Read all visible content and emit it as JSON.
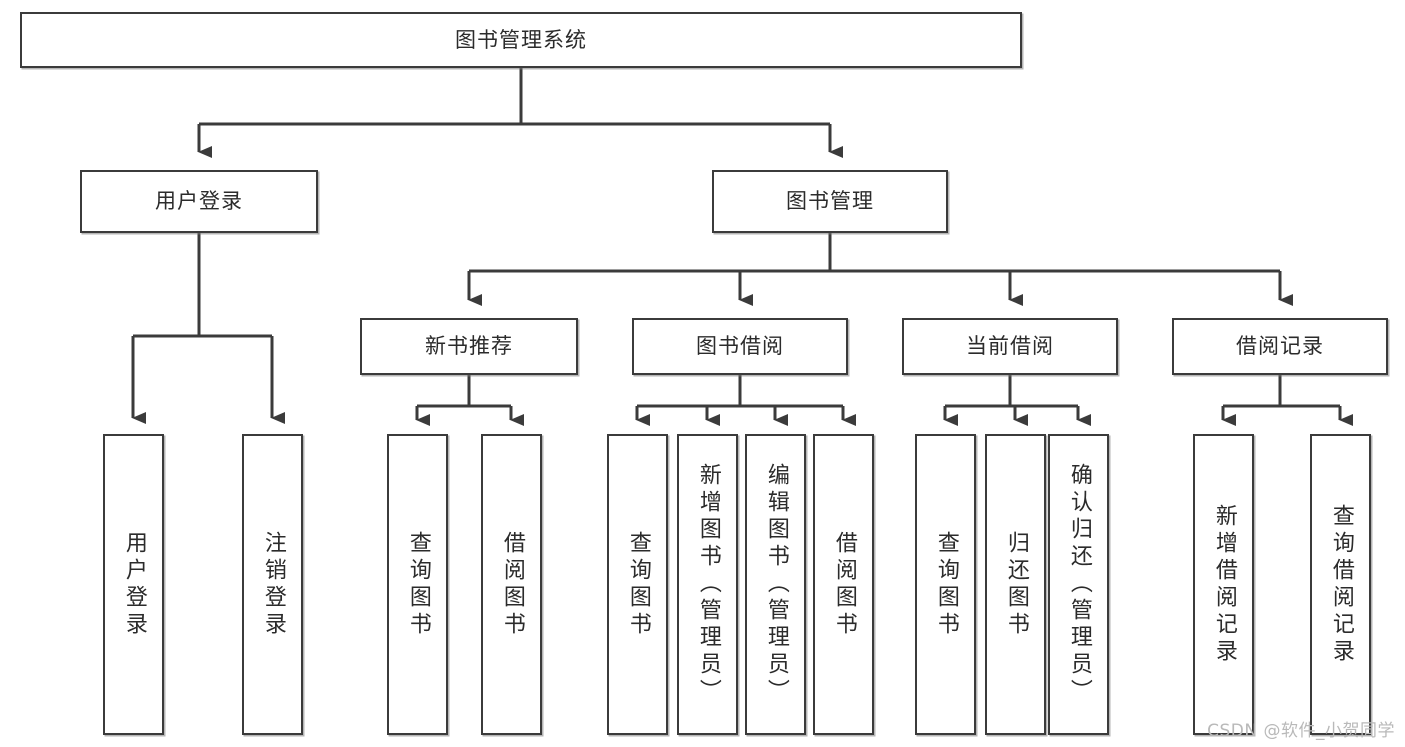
{
  "diagram": {
    "title": "图书管理系统",
    "watermark": "CSDN @软件_小贺同学",
    "colors": {
      "box_border": "#3b3b3b",
      "box_fill": "#ffffff",
      "line": "#3b3b3b",
      "text": "#2b2b2b",
      "watermark": "#b9b9b9"
    },
    "nodes": {
      "root": "图书管理系统",
      "level2": [
        "用户登录",
        "图书管理"
      ],
      "level3": [
        "新书推荐",
        "图书借阅",
        "当前借阅",
        "借阅记录"
      ],
      "leaves": {
        "user_login": [
          "用户登录",
          "注销登录"
        ],
        "new_book_recommend": [
          "查询图书",
          "借阅图书"
        ],
        "book_borrow": [
          "查询图书",
          "新增图书（管理员）",
          "编辑图书（管理员）",
          "借阅图书"
        ],
        "current_borrow": [
          "查询图书",
          "归还图书",
          "确认归还（管理员）"
        ],
        "borrow_record": [
          "新增借阅记录",
          "查询借阅记录"
        ]
      }
    }
  }
}
